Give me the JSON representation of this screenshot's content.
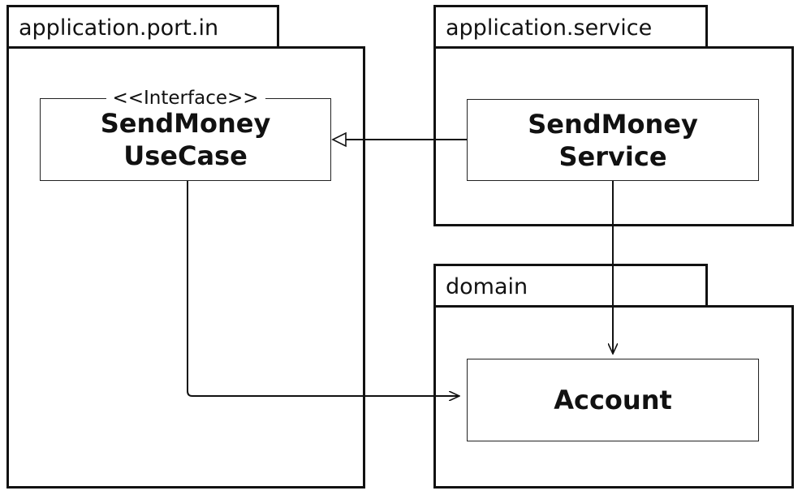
{
  "packages": {
    "port_in": {
      "label": "application.port.in"
    },
    "service": {
      "label": "application.service"
    },
    "domain": {
      "label": "domain"
    }
  },
  "classes": {
    "usecase": {
      "stereotype": "<<Interface>>",
      "line1": "SendMoney",
      "line2": "UseCase"
    },
    "service": {
      "line1": "SendMoney",
      "line2": "Service"
    },
    "account": {
      "name": "Account"
    }
  },
  "relations": [
    {
      "from": "SendMoney Service",
      "to": "SendMoney UseCase",
      "kind": "realization"
    },
    {
      "from": "SendMoney Service",
      "to": "Account",
      "kind": "dependency"
    },
    {
      "from": "SendMoney UseCase",
      "to": "Account",
      "kind": "dependency"
    }
  ]
}
